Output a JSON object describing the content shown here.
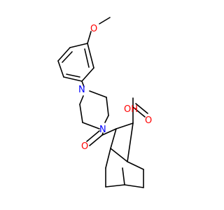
{
  "colors": {
    "bond": "#000000",
    "oxygen": "#ff0000",
    "nitrogen": "#0000ff",
    "background": "#ffffff"
  },
  "atoms": {
    "methoxy_oxygen": "O",
    "piperazine_n_top": "N",
    "piperazine_n_bottom": "N",
    "carbonyl_oxygen": "O",
    "acid_oh": "OH",
    "acid_oxygen": "O"
  }
}
